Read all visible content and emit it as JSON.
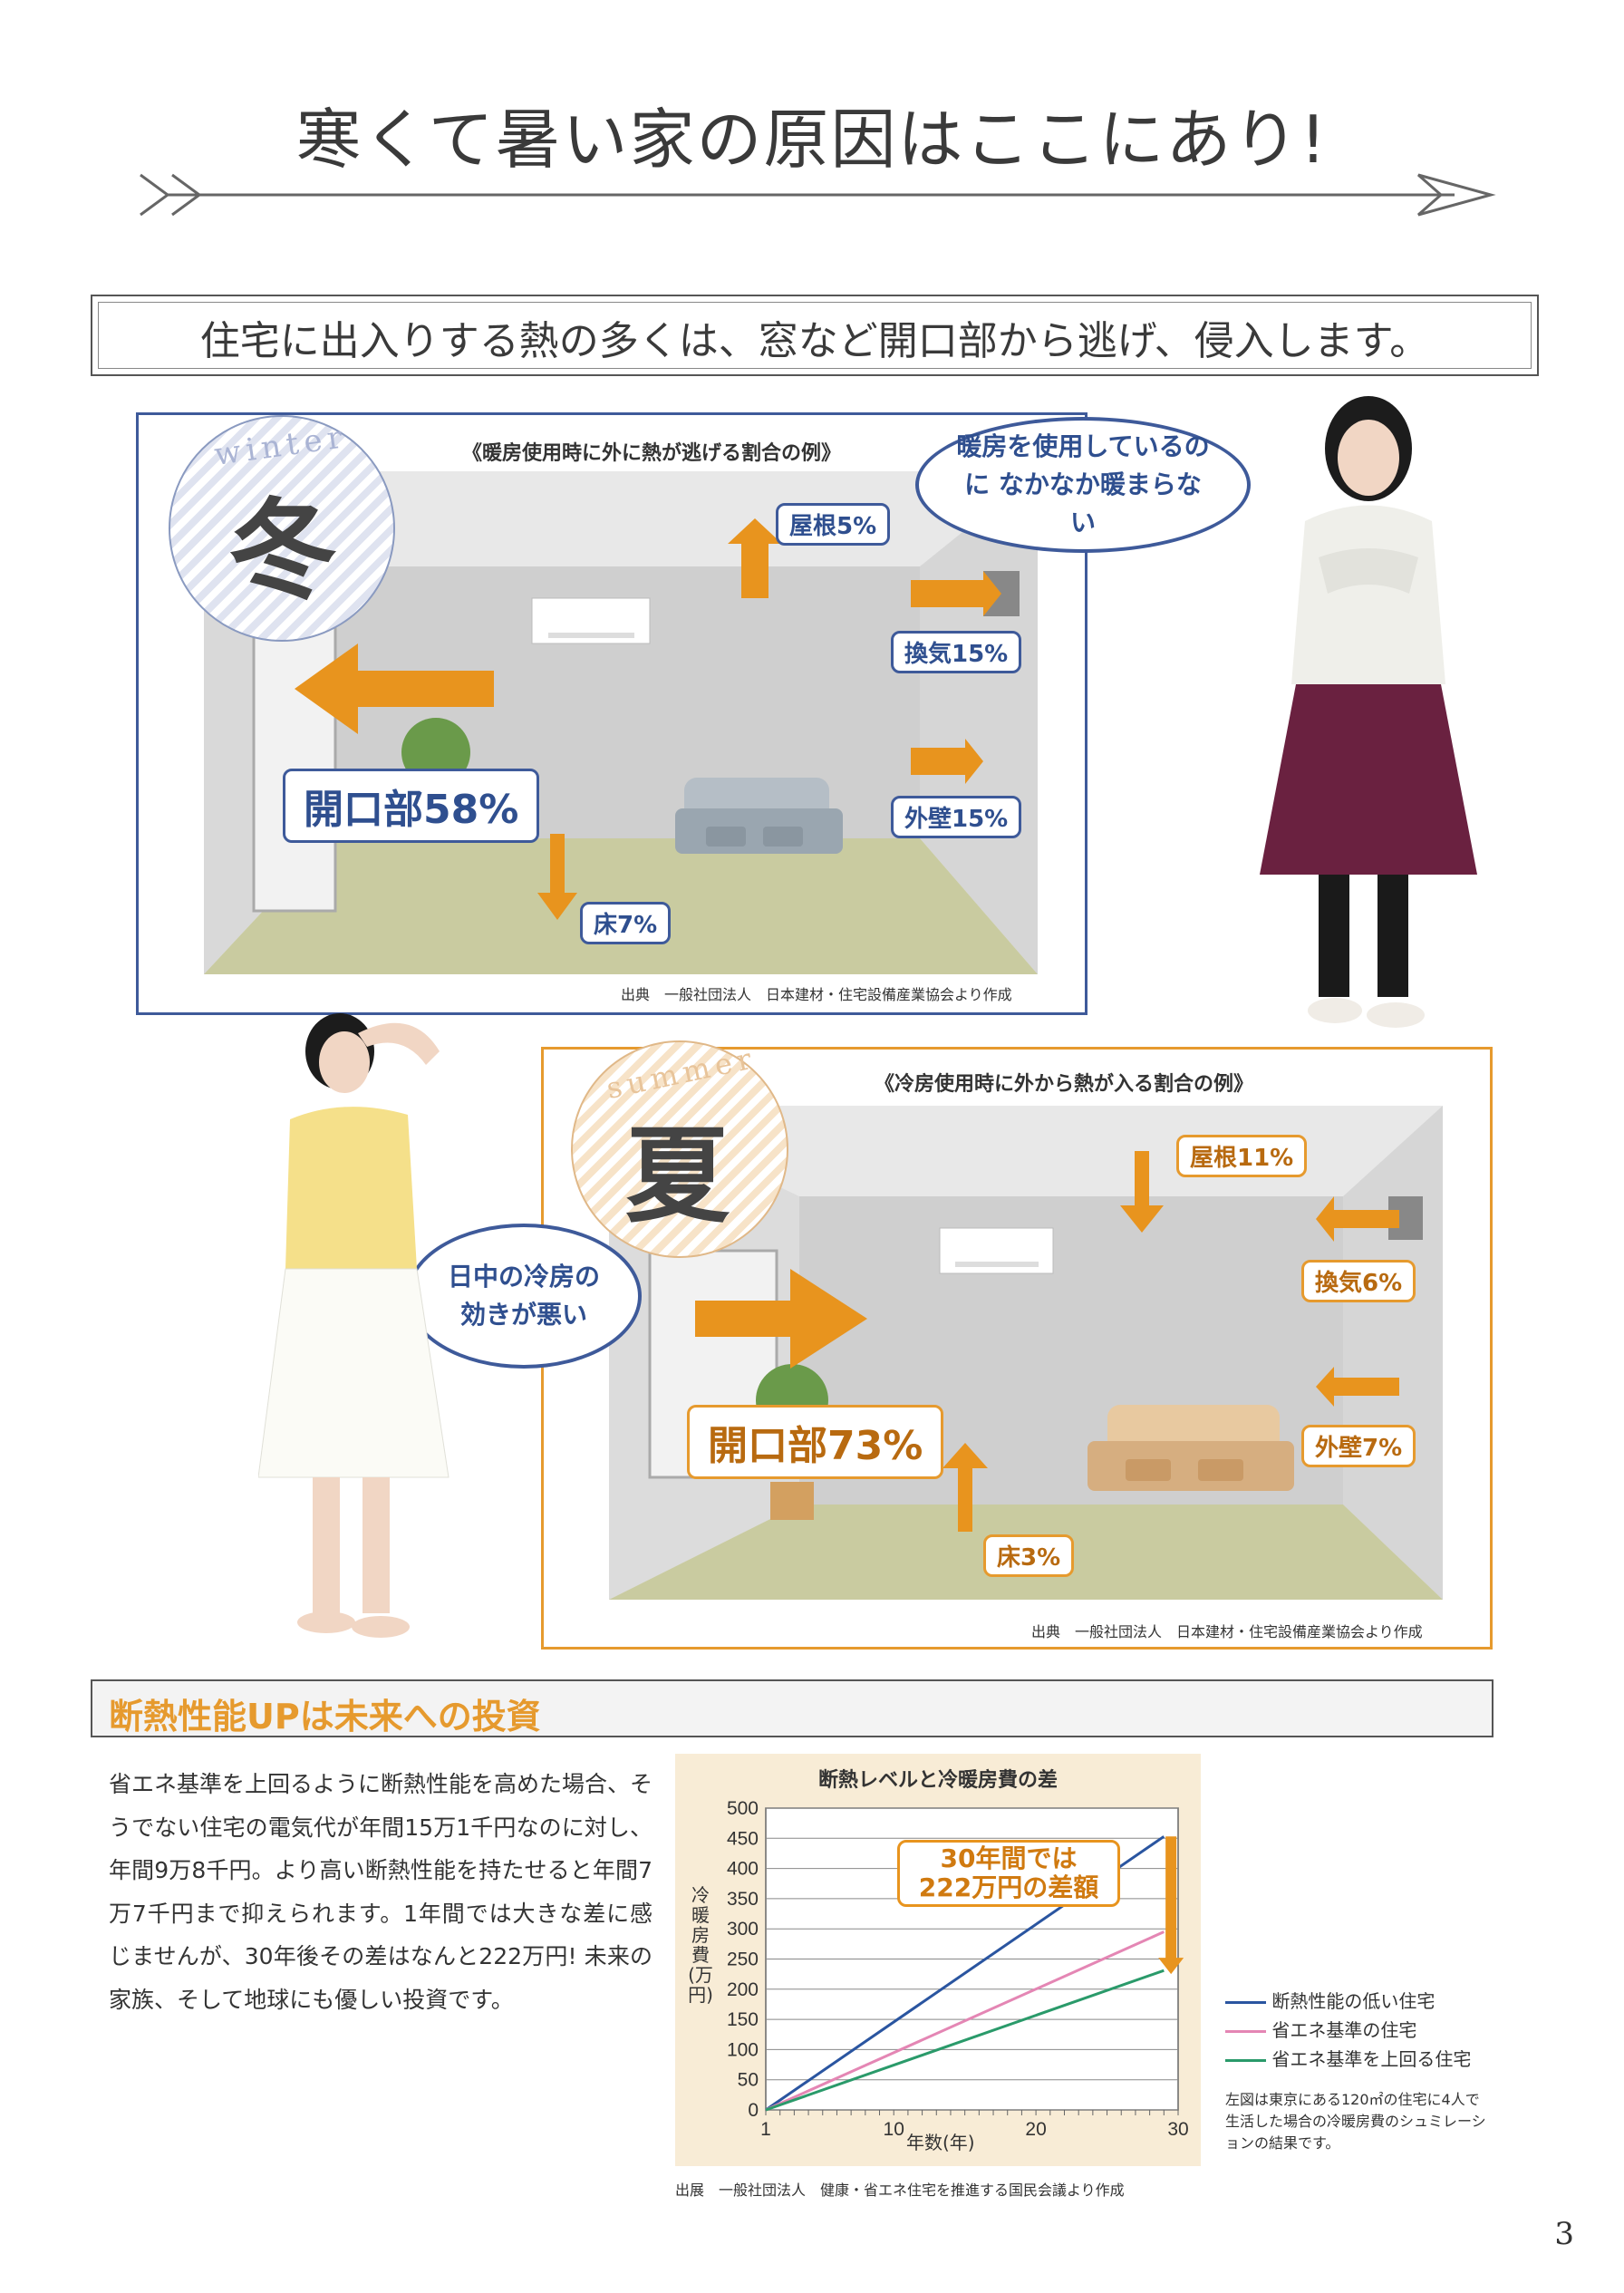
{
  "page": {
    "title": "寒くて暑い家の原因はここにあり!",
    "subtitle": "住宅に出入りする熱の多くは、窓など開口部から逃げ、侵入します。",
    "page_number": "3"
  },
  "winter": {
    "emblem_word": "winter",
    "emblem_kanji": "冬",
    "panel_title": "《暖房使用時に外に熱が逃げる割合の例》",
    "labels": {
      "roof": "屋根5%",
      "vent": "換気15%",
      "opening": "開口部58%",
      "wall": "外壁15%",
      "floor": "床7%"
    },
    "bubble": "暖房を使用しているのに なかなか暖まらない",
    "source": "出典　一般社団法人　日本建材・住宅設備産業協会より作成"
  },
  "summer": {
    "emblem_word": "summer",
    "emblem_kanji": "夏",
    "panel_title": "《冷房使用時に外から熱が入る割合の例》",
    "labels": {
      "roof": "屋根11%",
      "vent": "換気6%",
      "opening": "開口部73%",
      "wall": "外壁7%",
      "floor": "床3%"
    },
    "bubble": "日中の冷房の 効きが悪い",
    "source": "出典　一般社団法人　日本建材・住宅設備産業協会より作成"
  },
  "investment": {
    "heading": "断熱性能UPは未来への投資",
    "body": "省エネ基準を上回るように断熱性能を高めた場合、そうでない住宅の電気代が年間15万1千円なのに対し、年間9万8千円。より高い断熱性能を持たせると年間7万7千円まで抑えられます。1年間では大きな差に感じませんが、30年後その差はなんと222万円! 未来の家族、そして地球にも優しい投資です。"
  },
  "chart_data": {
    "type": "line",
    "title": "断熱レベルと冷暖房費の差",
    "xlabel": "年数(年)",
    "ylabel": "冷暖房費(万円)",
    "xlim": [
      1,
      30
    ],
    "ylim": [
      0,
      500
    ],
    "x_ticks": [
      1,
      10,
      20,
      30
    ],
    "y_ticks": [
      0,
      50,
      100,
      150,
      200,
      250,
      300,
      350,
      400,
      450,
      500
    ],
    "grid": true,
    "series": [
      {
        "name": "断熱性能の低い住宅",
        "color": "#2a55a0",
        "x": [
          1,
          29
        ],
        "values": [
          0,
          453
        ]
      },
      {
        "name": "省エネ基準の住宅",
        "color": "#e486b4",
        "x": [
          1,
          29
        ],
        "values": [
          0,
          295
        ]
      },
      {
        "name": "省エネ基準を上回る住宅",
        "color": "#2a9a6a",
        "x": [
          1,
          29
        ],
        "values": [
          0,
          231
        ]
      }
    ],
    "annotation": [
      "30年間では",
      "222万円の差額"
    ],
    "legend_position": "right",
    "source": "出展　一般社団法人　健康・省エネ住宅を推進する国民会議より作成",
    "note": "左図は東京にある120㎡の住宅に4人で生活した場合の冷暖房費のシュミレーションの結果です。"
  }
}
